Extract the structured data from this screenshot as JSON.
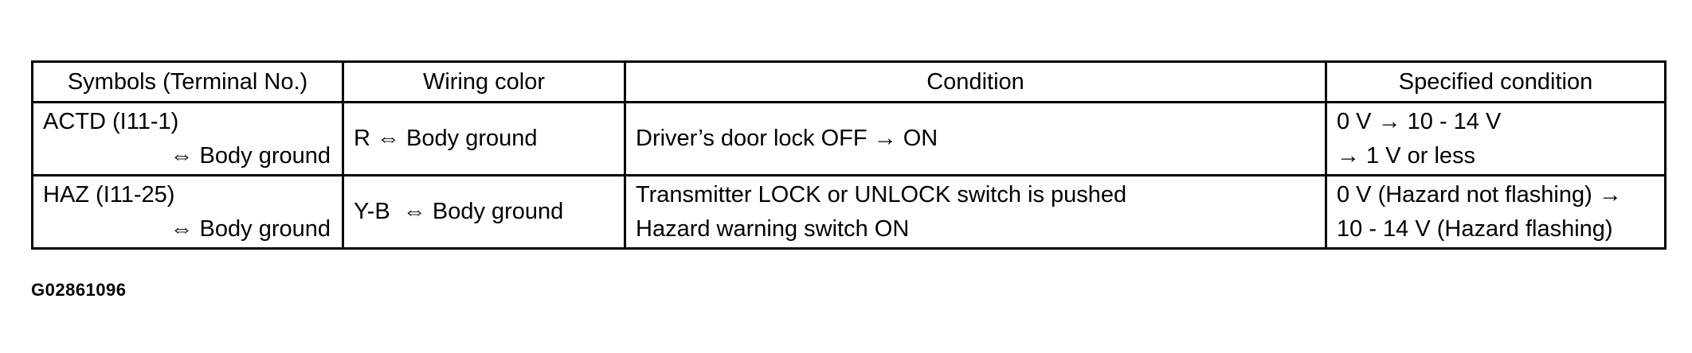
{
  "table": {
    "headers": [
      "Symbols (Terminal No.)",
      "Wiring color",
      "Condition",
      "Specified condition"
    ],
    "rows": [
      {
        "symbol_lines": [
          "ACTD (I11-1)",
          "⇔ Body ground"
        ],
        "wiring_color": "R ⇔ Body ground",
        "condition_lines": [
          "Driver’s door lock OFF → ON"
        ],
        "specified_lines": [
          "0 V → 10 - 14 V",
          "→ 1 V or less"
        ]
      },
      {
        "symbol_lines": [
          "HAZ (I11-25)",
          "⇔ Body ground"
        ],
        "wiring_color": "Y-B  ⇔ Body ground",
        "condition_lines": [
          "Transmitter LOCK or UNLOCK switch is pushed",
          "Hazard warning switch ON"
        ],
        "specified_lines": [
          "0 V (Hazard not flashing) →",
          "10 - 14 V (Hazard flashing)"
        ]
      }
    ]
  },
  "figure_code": "G02861096"
}
